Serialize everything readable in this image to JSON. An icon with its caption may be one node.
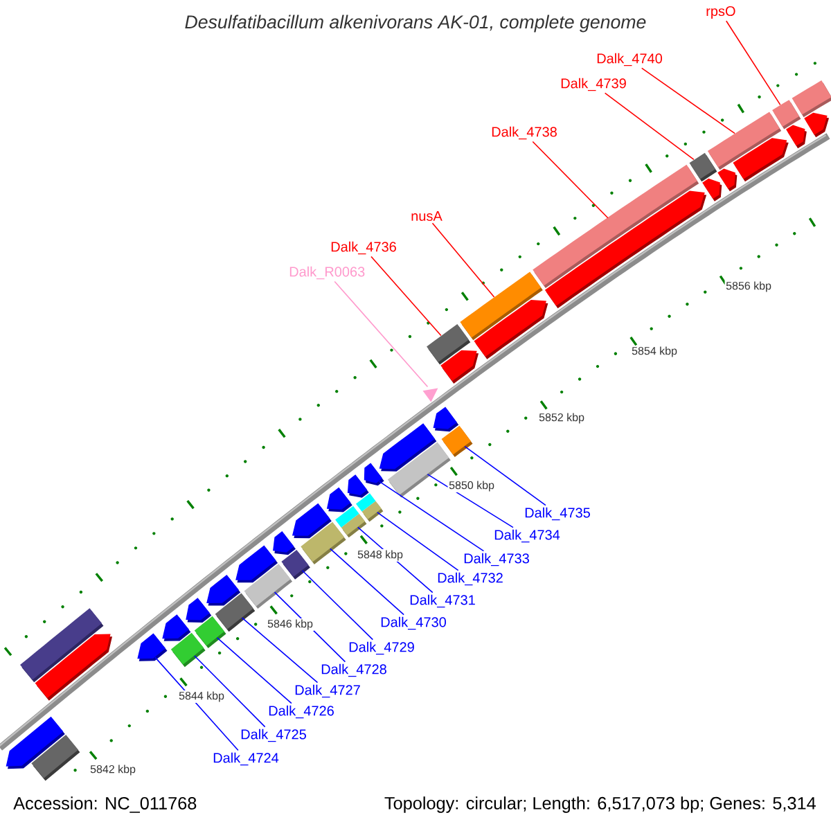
{
  "diagram": {
    "title": "Desulfatibacillum alkenivorans AK-01, complete genome",
    "nodes": [
      {
        "text": [
          "rpsO"
        ]
      },
      {
        "text": [
          "Dalk_4740"
        ]
      },
      {
        "text": [
          "Dalk_4739"
        ]
      },
      {
        "text": [
          "Dalk_4738"
        ]
      },
      {
        "text": [
          "nusA"
        ]
      },
      {
        "text": [
          "Dalk_4736"
        ]
      },
      {
        "text": [
          "Dalk_R0063"
        ]
      },
      {
        "text": [
          "Dalk_4735"
        ]
      },
      {
        "text": [
          "Dalk_4734"
        ]
      },
      {
        "text": [
          "Dalk_4733"
        ]
      },
      {
        "text": [
          "Dalk_4732"
        ]
      },
      {
        "text": [
          "Dalk_4731"
        ]
      },
      {
        "text": [
          "Dalk_4730"
        ]
      },
      {
        "text": [
          "Dalk_4729"
        ]
      },
      {
        "text": [
          "Dalk_4728"
        ]
      },
      {
        "text": [
          "Dalk_4727"
        ]
      },
      {
        "text": [
          "Dalk_4726"
        ]
      },
      {
        "text": [
          "Dalk_4725"
        ]
      },
      {
        "text": [
          "Dalk_4724"
        ]
      },
      {
        "text": [],
        "shape": "pentagon"
      },
      {
        "text": [],
        "shape": "bar"
      },
      {
        "text": [],
        "shape": "bar"
      },
      {
        "text": [],
        "shape": "pentagon"
      },
      {
        "text": [],
        "shape": "pentagon"
      },
      {
        "text": [],
        "shape": "pentagon"
      },
      {
        "text": [],
        "shape": "bar"
      },
      {
        "text": [],
        "shape": "pentagon"
      },
      {
        "text": [],
        "shape": "bar"
      },
      {
        "text": [],
        "shape": "pentagon"
      },
      {
        "text": [],
        "shape": "bar"
      },
      {
        "text": [],
        "shape": "pentagon"
      },
      {
        "text": [],
        "shape": "bar"
      },
      {
        "text": [],
        "shape": "pentagon"
      },
      {
        "text": [],
        "shape": "bar"
      },
      {
        "text": [],
        "shape": "pentagon"
      },
      {
        "text": [],
        "shape": "bar"
      },
      {
        "text": [],
        "shape": "pentagon"
      },
      {
        "text": [],
        "shape": "bar"
      },
      {
        "text": [],
        "shape": "pentagon"
      },
      {
        "text": [],
        "shape": "bar"
      },
      {
        "text": [],
        "shape": "pentagon"
      },
      {
        "text": [],
        "shape": "pentagon"
      },
      {
        "text": [],
        "shape": "bar"
      },
      {
        "text": [],
        "shape": "pentagon"
      },
      {
        "text": [],
        "shape": "bar"
      },
      {
        "text": [],
        "shape": "triangle"
      },
      {
        "text": [],
        "shape": "bar"
      },
      {
        "text": [],
        "shape": "pentagon"
      },
      {
        "text": [],
        "shape": "bar"
      },
      {
        "text": [],
        "shape": "pentagon"
      },
      {
        "text": [],
        "shape": "bar"
      },
      {
        "text": [],
        "shape": "pentagon"
      },
      {
        "text": [],
        "shape": "bar"
      },
      {
        "text": [],
        "shape": "pentagon"
      },
      {
        "text": [],
        "shape": "pentagon"
      },
      {
        "text": [],
        "shape": "bar"
      },
      {
        "text": [],
        "shape": "pentagon"
      },
      {
        "text": [],
        "shape": "bar"
      },
      {
        "text": [],
        "shape": "pentagon"
      },
      {
        "text": [],
        "shape": "bar"
      },
      {
        "text": [],
        "shape": "pentagon"
      }
    ],
    "edges": [
      {
        "from": 0,
        "to": 57,
        "arrow": "none",
        "color": "#ff0000"
      },
      {
        "from": 1,
        "to": 55,
        "arrow": "none",
        "color": "#ff0000"
      },
      {
        "from": 2,
        "to": 52,
        "arrow": "none",
        "color": "#ff0000"
      },
      {
        "from": 3,
        "to": 50,
        "arrow": "none",
        "color": "#ff0000"
      },
      {
        "from": 4,
        "to": 48,
        "arrow": "none",
        "color": "#ff0000"
      },
      {
        "from": 5,
        "to": 46,
        "arrow": "none",
        "color": "#ff0000"
      },
      {
        "from": 6,
        "to": 45,
        "arrow": "none",
        "color": "#ff99cc"
      },
      {
        "from": 7,
        "to": 44,
        "arrow": "none"
      },
      {
        "from": 8,
        "to": 42,
        "arrow": "none"
      },
      {
        "from": 9,
        "to": 40,
        "arrow": "none"
      },
      {
        "from": 10,
        "to": 39,
        "arrow": "none"
      },
      {
        "from": 11,
        "to": 37,
        "arrow": "none"
      },
      {
        "from": 12,
        "to": 35,
        "arrow": "none"
      },
      {
        "from": 13,
        "to": 33,
        "arrow": "none"
      },
      {
        "from": 14,
        "to": 31,
        "arrow": "none"
      },
      {
        "from": 15,
        "to": 29,
        "arrow": "none"
      },
      {
        "from": 16,
        "to": 27,
        "arrow": "none"
      },
      {
        "from": 17,
        "to": 25,
        "arrow": "none"
      },
      {
        "from": 18,
        "to": 23,
        "arrow": "none"
      }
    ],
    "labels": [
      "5856 kbp",
      "5854 kbp",
      "5852 kbp",
      "5850 kbp",
      "5848 kbp",
      "5846 kbp",
      "5844 kbp",
      "5842 kbp",
      "Accession: NC_011768",
      "Topology: circular; Length: 6,517,073 bp; Genes: 5,314"
    ]
  }
}
